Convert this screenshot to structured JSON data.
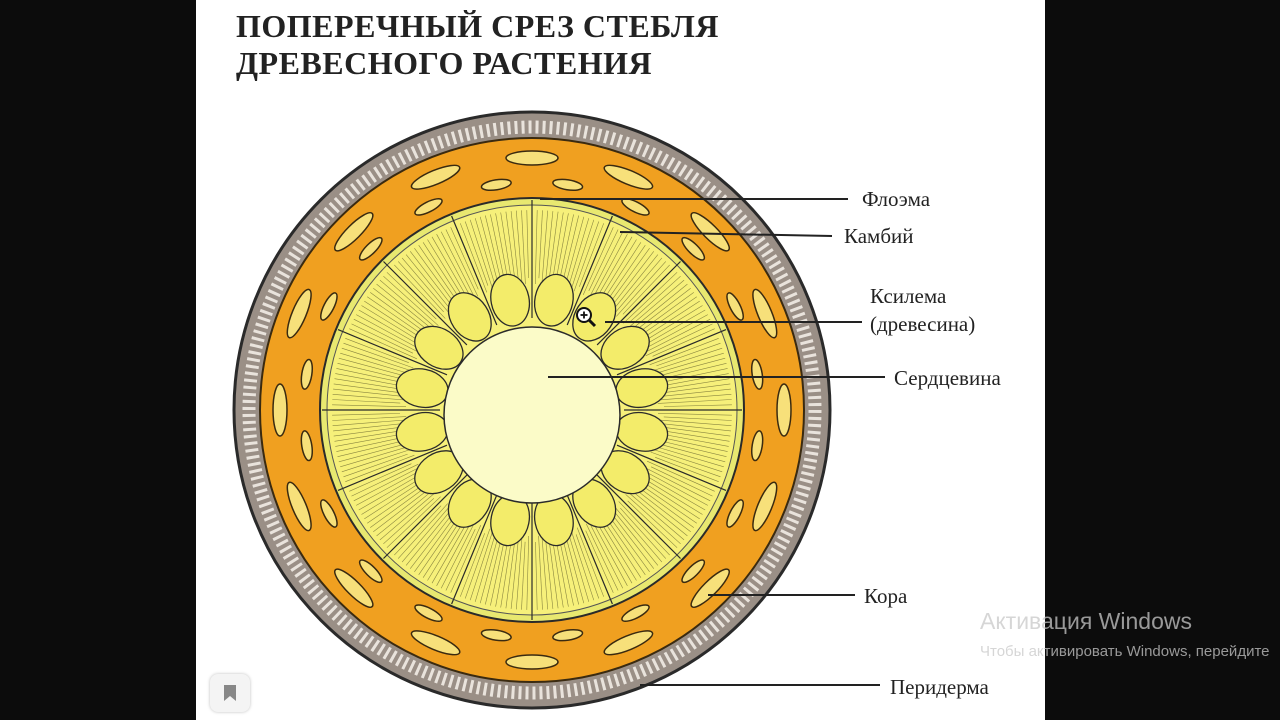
{
  "title_line1": "ПОПЕРЕЧНЫЙ СРЕЗ СТЕБЛЯ",
  "title_line2": "ДРЕВЕСНОГО РАСТЕНИЯ",
  "labels": {
    "phloem": "Флоэма",
    "cambium": "Камбий",
    "xylem_line1": "Ксилема",
    "xylem_line2": "(древесина)",
    "pith": "Сердцевина",
    "cortex": "Кора",
    "periderm": "Перидерма"
  },
  "colors": {
    "periderm": "#9a8f86",
    "cortex": "#f0a020",
    "xylem": "#f6f07a",
    "pith": "#fbfbc8",
    "outline": "#2a2a2a"
  },
  "watermark": {
    "title": "Активация Windows",
    "text": "Чтобы активировать Windows, перейдите в раздел \"Параметры\"."
  },
  "icons": {
    "zoom_cursor": "zoom-in-icon",
    "bookmark": "bookmark-icon"
  }
}
